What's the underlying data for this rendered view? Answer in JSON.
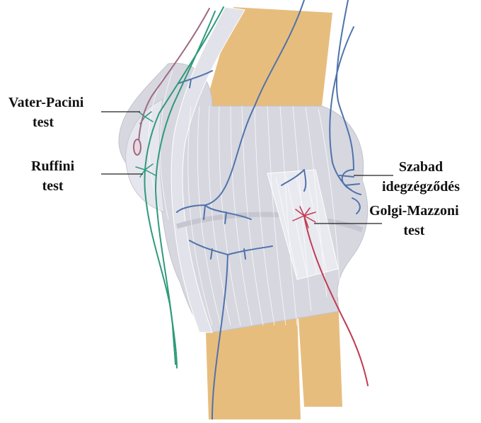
{
  "labels": {
    "vater_pacini": {
      "line1": "Vater-Pacini",
      "line2": "test"
    },
    "ruffini": {
      "line1": "Ruffini",
      "line2": "test"
    },
    "szabad": {
      "line1": "Szabad",
      "line2": "idegzégződés"
    },
    "golgi_mazzoni": {
      "line1": "Golgi-Mazzoni",
      "line2": "test"
    }
  },
  "colors": {
    "bone": "#e7bd7e",
    "capsule": "#d7d7e0",
    "capsule_line": "#ffffff",
    "blue_nerve": "#4f73aa",
    "green_nerve": "#2f9a7a",
    "mauve_nerve": "#9c6b83",
    "red_nerve": "#c23a52"
  }
}
